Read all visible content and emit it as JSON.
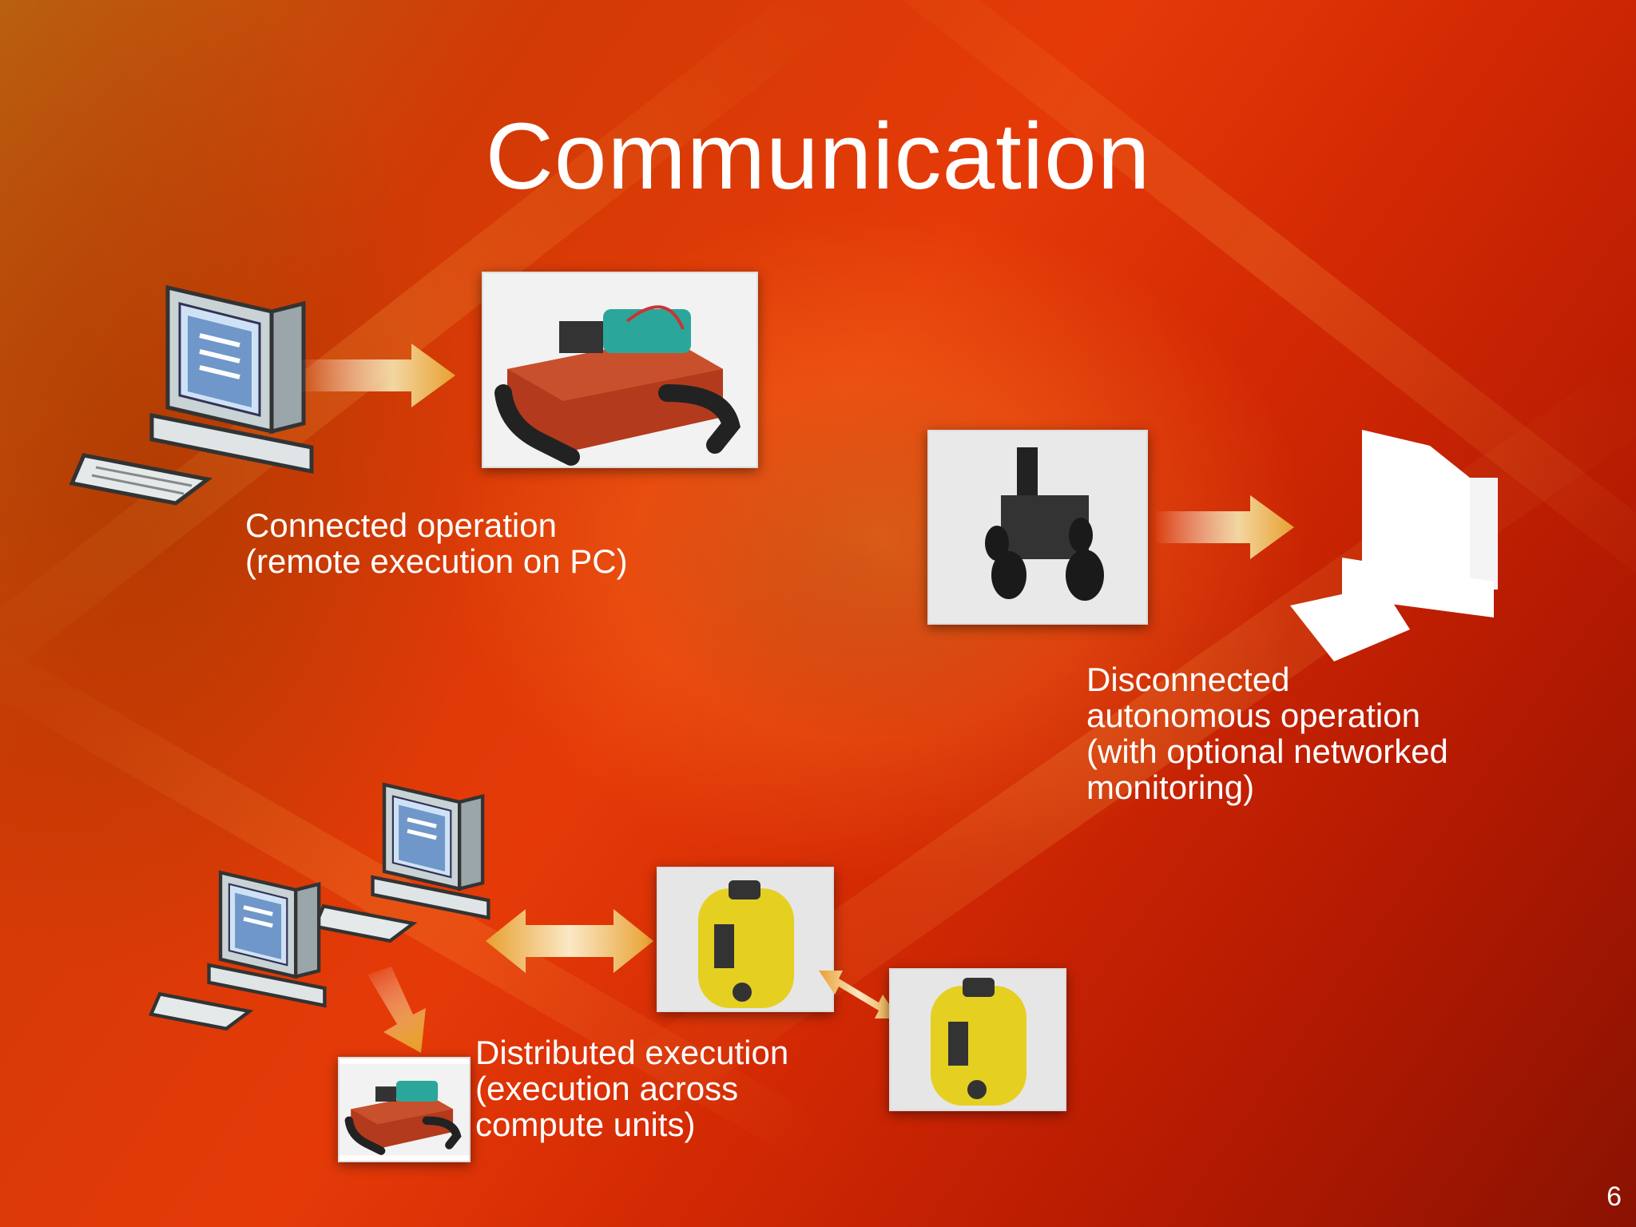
{
  "slide": {
    "title": "Communication",
    "page_number": "6"
  },
  "captions": {
    "connected": [
      "Connected operation",
      "(remote execution on PC)"
    ],
    "disconnected": [
      "Disconnected",
      "autonomous operation",
      "(with optional networked",
      "monitoring)"
    ],
    "distributed": [
      "Distributed execution",
      "(execution across",
      "compute units)"
    ]
  },
  "icons": {
    "pc": "computer-icon",
    "tracked_robot": "tracked-robot-photo",
    "wheeled_robot": "wheeled-robot-photo",
    "yellow_robot": "yellow-robot-photo"
  },
  "colors": {
    "arrow": "#e8a030",
    "text": "#ffffff"
  }
}
